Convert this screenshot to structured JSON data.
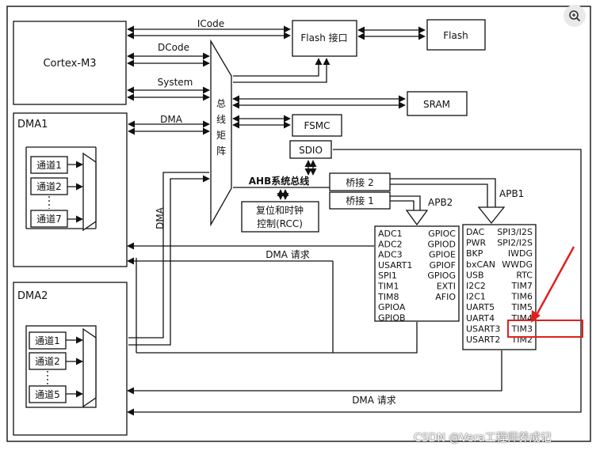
{
  "cores": {
    "cortex": "Cortex-M3",
    "dma1": "DMA1",
    "dma2": "DMA2"
  },
  "buses": {
    "icode": "ICode",
    "dcode": "DCode",
    "system": "System",
    "dma_bus": "DMA",
    "dma_vertical": "DMA",
    "ahb": "AHB系统总线",
    "apb1": "APB1",
    "apb2": "APB2"
  },
  "matrix": {
    "label": [
      "总",
      "线",
      "矩",
      "阵"
    ]
  },
  "memory": {
    "flash_if": "Flash 接口",
    "flash": "Flash",
    "sram": "SRAM",
    "fsmc": "FSMC",
    "sdio": "SDIO"
  },
  "bridges": {
    "bridge2": "桥接 2",
    "bridge1": "桥接 1"
  },
  "rcc": {
    "line1": "复位和时钟",
    "line2": "控制(RCC)"
  },
  "dma_requests": {
    "upper": "DMA 请求",
    "lower": "DMA 请求"
  },
  "dma1_channels": [
    "通道1",
    "通道2",
    "通道7"
  ],
  "dma2_channels": [
    "通道1",
    "通道2",
    "通道5"
  ],
  "apb2_peripherals": {
    "left": [
      "ADC1",
      "ADC2",
      "ADC3",
      "USART1",
      "SPI1",
      "TIM1",
      "TIM8",
      "GPIOA",
      "GPIOB"
    ],
    "right": [
      "GPIOC",
      "GPIOD",
      "GPIOE",
      "GPIOF",
      "GPIOG",
      "EXTI",
      "AFIO"
    ]
  },
  "apb1_peripherals": {
    "left": [
      "DAC",
      "PWR",
      "BKP",
      "bxCAN",
      "USB",
      "I2C2",
      "I2C1",
      "UART5",
      "UART4",
      "USART3",
      "USART2"
    ],
    "right": [
      "SPI3/I2S",
      "SPI2/I2S",
      "IWDG",
      "WWDG",
      "RTC",
      "TIM7",
      "TIM6",
      "TIM5",
      "TIM4",
      "TIM3",
      "TIM2"
    ]
  },
  "highlight": {
    "item": "TIM3",
    "color": "#e02020"
  },
  "watermark": "CSDN @Vera工程师养成记",
  "zoom_icon": "zoom-in-icon"
}
